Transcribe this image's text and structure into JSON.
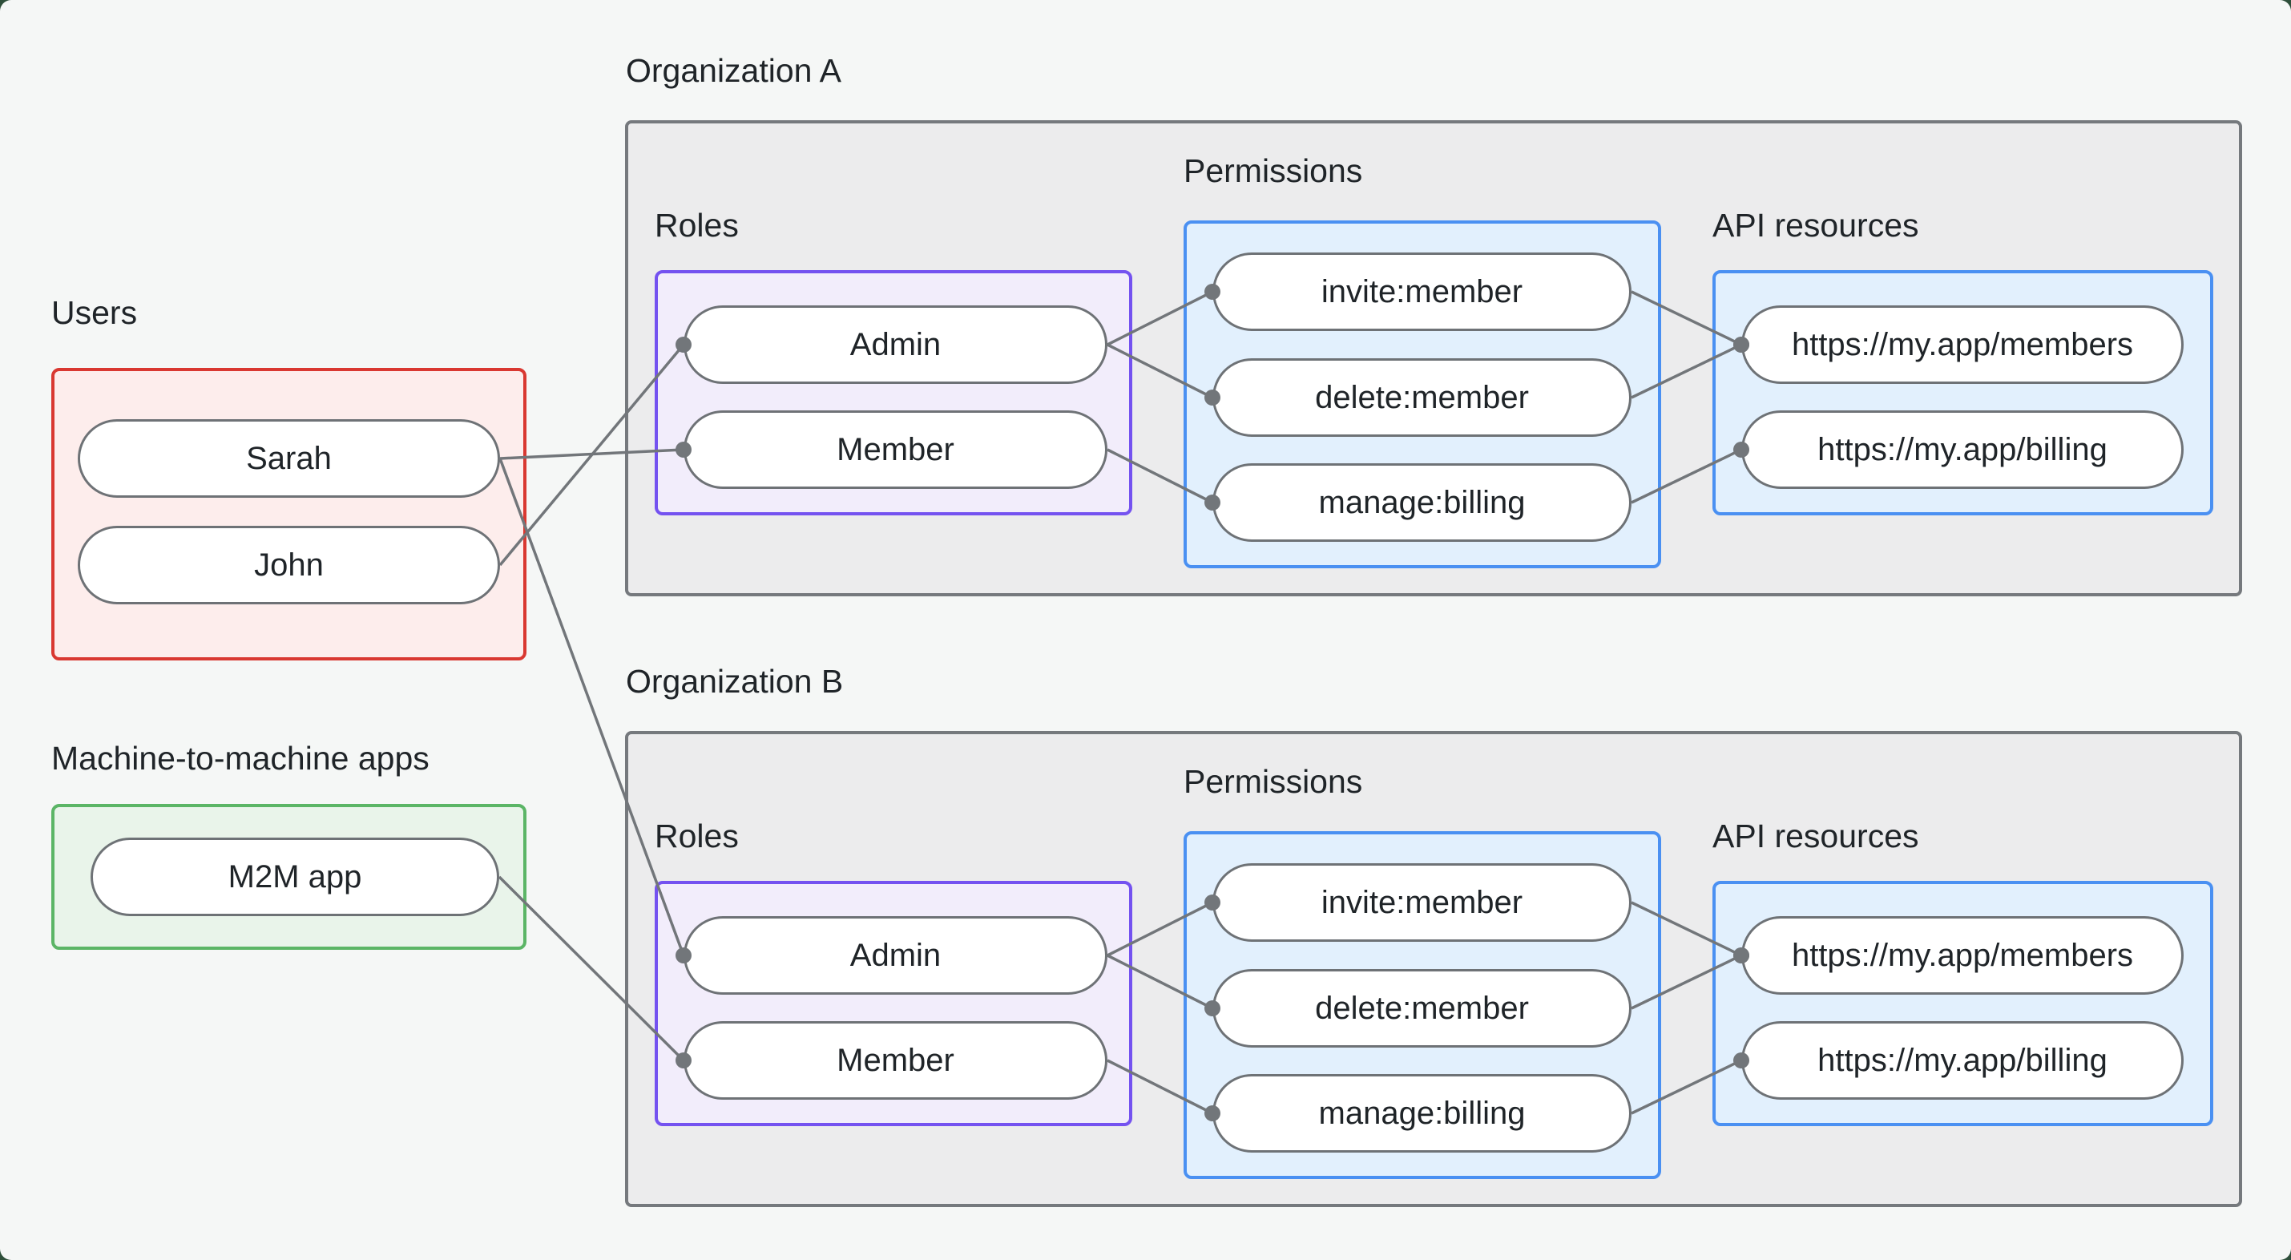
{
  "colors": {
    "page_background": "#f5f7f6",
    "org_fill": "#ececed",
    "org_border": "#75797d",
    "users_border": "#d93831",
    "users_fill": "#fdedec",
    "m2m_border": "#5bb566",
    "m2m_fill": "#e9f4ea",
    "roles_border": "#7452f0",
    "roles_fill": "#f2edfb",
    "permissions_border": "#4a90f2",
    "permissions_fill": "#e2f0fd",
    "connector": "#72767a",
    "text": "#1f2428"
  },
  "users": {
    "label": "Users",
    "items": [
      "Sarah",
      "John"
    ]
  },
  "m2m": {
    "label": "Machine-to-machine apps",
    "items": [
      "M2M app"
    ]
  },
  "orgA": {
    "label": "Organization A",
    "roles_label": "Roles",
    "roles": [
      "Admin",
      "Member"
    ],
    "permissions_label": "Permissions",
    "permissions": [
      "invite:member",
      "delete:member",
      "manage:billing"
    ],
    "api_label": "API resources",
    "api_resources": [
      "https://my.app/members",
      "https://my.app/billing"
    ]
  },
  "orgB": {
    "label": "Organization B",
    "roles_label": "Roles",
    "roles": [
      "Admin",
      "Member"
    ],
    "permissions_label": "Permissions",
    "permissions": [
      "invite:member",
      "delete:member",
      "manage:billing"
    ],
    "api_label": "API resources",
    "api_resources": [
      "https://my.app/members",
      "https://my.app/billing"
    ]
  },
  "edges": [
    {
      "from": "user-sarah",
      "to": "orgA-role-member"
    },
    {
      "from": "user-john",
      "to": "orgA-role-admin"
    },
    {
      "from": "user-sarah",
      "to": "orgB-role-admin"
    },
    {
      "from": "m2m-app",
      "to": "orgB-role-member"
    },
    {
      "from": "orgA-role-admin",
      "to": "orgA-perm-invite"
    },
    {
      "from": "orgA-role-admin",
      "to": "orgA-perm-delete"
    },
    {
      "from": "orgA-role-member",
      "to": "orgA-perm-manage"
    },
    {
      "from": "orgA-perm-invite",
      "to": "orgA-api-members"
    },
    {
      "from": "orgA-perm-delete",
      "to": "orgA-api-members"
    },
    {
      "from": "orgA-perm-manage",
      "to": "orgA-api-billing"
    },
    {
      "from": "orgB-role-admin",
      "to": "orgB-perm-invite"
    },
    {
      "from": "orgB-role-admin",
      "to": "orgB-perm-delete"
    },
    {
      "from": "orgB-role-member",
      "to": "orgB-perm-manage"
    },
    {
      "from": "orgB-perm-invite",
      "to": "orgB-api-members"
    },
    {
      "from": "orgB-perm-delete",
      "to": "orgB-api-members"
    },
    {
      "from": "orgB-perm-manage",
      "to": "orgB-api-billing"
    }
  ]
}
